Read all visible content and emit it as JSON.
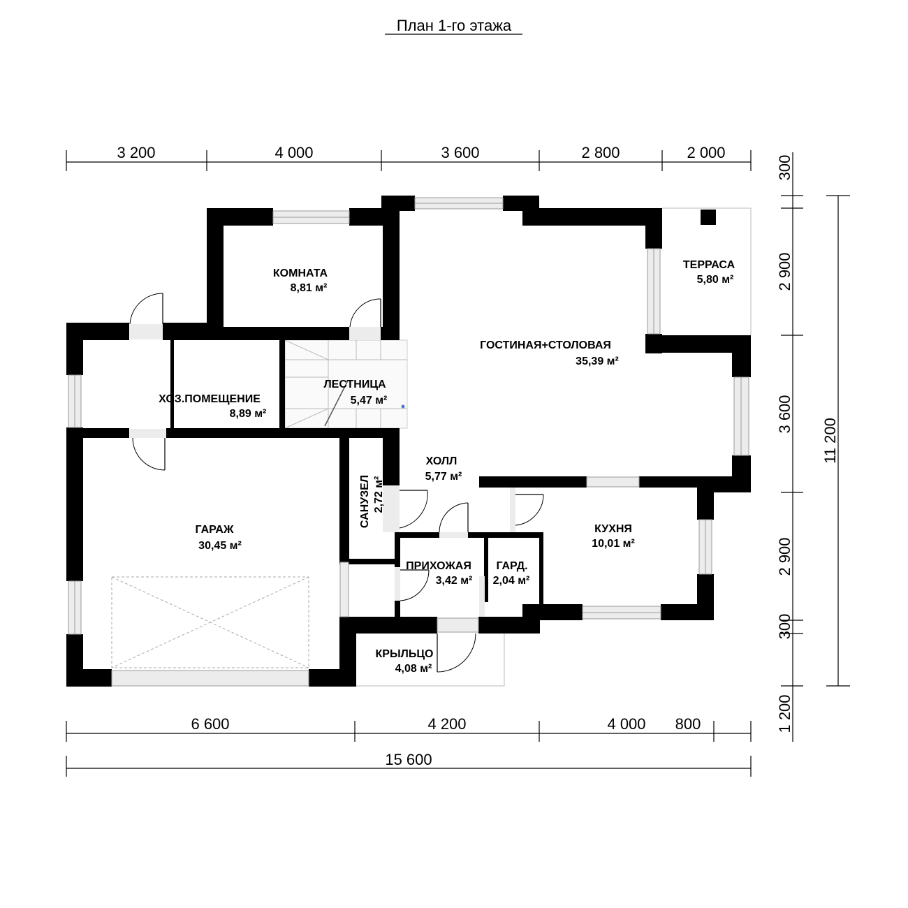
{
  "title": "План 1-го этажа",
  "dimensions": {
    "top": [
      "3 200",
      "4 000",
      "3 600",
      "2 800",
      "2 000"
    ],
    "bottom": [
      "6 600",
      "4 200",
      "4 000",
      "800"
    ],
    "total": "15 600",
    "right": [
      "300",
      "2 900",
      "3 600",
      "2 900",
      "300",
      "1 200"
    ],
    "right_total": "11 200"
  },
  "rooms": {
    "komnata": {
      "name": "КОМНАТА",
      "area": "8,81 м²"
    },
    "terrasa": {
      "name": "ТЕРРАСА",
      "area": "5,80 м²"
    },
    "gostinaya": {
      "name": "ГОСТИНАЯ+СТОЛОВАЯ",
      "area": "35,39 м²"
    },
    "lestnica": {
      "name": "ЛЕСТНИЦА",
      "area": "5,47 м²"
    },
    "hoz": {
      "name": "ХОЗ.ПОМЕЩЕНИЕ",
      "area": "8,89 м²"
    },
    "holl": {
      "name": "ХОЛЛ",
      "area": "5,77 м²"
    },
    "sanuzel": {
      "name": "САНУЗЕЛ",
      "area": "2,72 м²"
    },
    "garazh": {
      "name": "ГАРАЖ",
      "area": "30,45 м²"
    },
    "kuhnya": {
      "name": "КУХНЯ",
      "area": "10,01 м²"
    },
    "prihozhaya": {
      "name": "ПРИХОЖАЯ",
      "area": "3,42 м²"
    },
    "gard": {
      "name": "ГАРД.",
      "area": "2,04 м²"
    },
    "krylco": {
      "name": "КРЫЛЬЦО",
      "area": "4,08 м²"
    }
  }
}
